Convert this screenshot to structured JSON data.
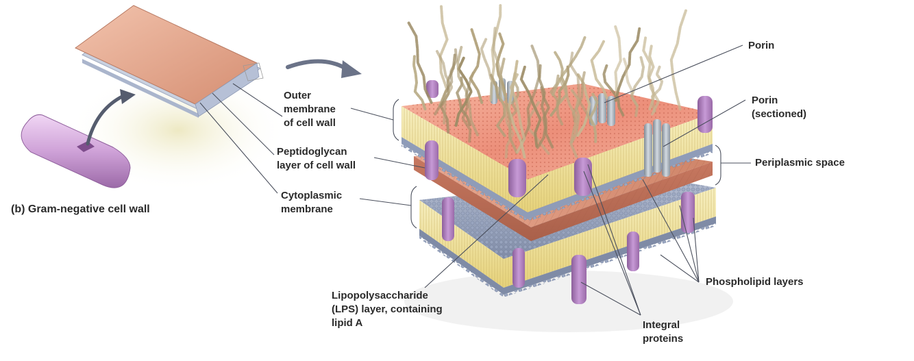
{
  "caption": "(b) Gram-negative cell wall",
  "labels": {
    "outer_membrane": "Outer\nmembrane\nof cell wall",
    "peptidoglycan": "Peptidoglycan\nlayer of cell wall",
    "cytoplasmic": "Cytoplasmic\nmembrane",
    "porin": "Porin",
    "porin_sectioned": "Porin\n(sectioned)",
    "periplasmic": "Periplasmic space",
    "phospholipid": "Phospholipid layers",
    "lps": "Lipopolysaccharide\n(LPS) layer, containing\nlipid A",
    "integral": "Integral\nproteins"
  },
  "colors": {
    "outer_surface": "#e8a08a",
    "peptidoglycan": "#c97c66",
    "lipid_tails": "#efe39c",
    "phospholipid_heads": "#8f9cb8",
    "protein": "#b58ac4",
    "porin": "#a9b3be",
    "lps_chains": "#b0a07a",
    "bacterium": "#cfa2d8"
  }
}
